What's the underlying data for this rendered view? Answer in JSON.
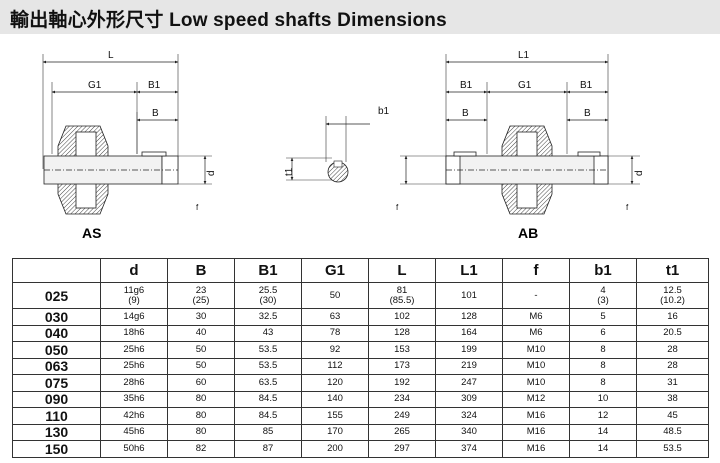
{
  "title": "輸出軸心外形尺寸  Low speed shafts Dimensions",
  "diagram": {
    "view_labels": [
      "AS",
      "AB"
    ],
    "as_dims": [
      "L",
      "G1",
      "B1",
      "B",
      "d",
      "f"
    ],
    "key_dims": [
      "b1",
      "t1"
    ],
    "ab_dims": [
      "L1",
      "B1",
      "G1",
      "B1",
      "B",
      "B",
      "d",
      "f"
    ]
  },
  "table": {
    "headers": [
      "",
      "d",
      "B",
      "B1",
      "G1",
      "L",
      "L1",
      "f",
      "b1",
      "t1"
    ],
    "rows": [
      {
        "model": "025",
        "cells": [
          [
            "11g6",
            "(9)"
          ],
          [
            "23",
            "(25)"
          ],
          [
            "25.5",
            "(30)"
          ],
          [
            "50"
          ],
          [
            "81",
            "(85.5)"
          ],
          [
            "101"
          ],
          [
            "-"
          ],
          [
            "4",
            "(3)"
          ],
          [
            "12.5",
            "(10.2)"
          ]
        ]
      },
      {
        "model": "030",
        "cells": [
          [
            "14g6"
          ],
          [
            "30"
          ],
          [
            "32.5"
          ],
          [
            "63"
          ],
          [
            "102"
          ],
          [
            "128"
          ],
          [
            "M6"
          ],
          [
            "5"
          ],
          [
            "16"
          ]
        ]
      },
      {
        "model": "040",
        "cells": [
          [
            "18h6"
          ],
          [
            "40"
          ],
          [
            "43"
          ],
          [
            "78"
          ],
          [
            "128"
          ],
          [
            "164"
          ],
          [
            "M6"
          ],
          [
            "6"
          ],
          [
            "20.5"
          ]
        ]
      },
      {
        "model": "050",
        "cells": [
          [
            "25h6"
          ],
          [
            "50"
          ],
          [
            "53.5"
          ],
          [
            "92"
          ],
          [
            "153"
          ],
          [
            "199"
          ],
          [
            "M10"
          ],
          [
            "8"
          ],
          [
            "28"
          ]
        ]
      },
      {
        "model": "063",
        "cells": [
          [
            "25h6"
          ],
          [
            "50"
          ],
          [
            "53.5"
          ],
          [
            "112"
          ],
          [
            "173"
          ],
          [
            "219"
          ],
          [
            "M10"
          ],
          [
            "8"
          ],
          [
            "28"
          ]
        ]
      },
      {
        "model": "075",
        "cells": [
          [
            "28h6"
          ],
          [
            "60"
          ],
          [
            "63.5"
          ],
          [
            "120"
          ],
          [
            "192"
          ],
          [
            "247"
          ],
          [
            "M10"
          ],
          [
            "8"
          ],
          [
            "31"
          ]
        ]
      },
      {
        "model": "090",
        "cells": [
          [
            "35h6"
          ],
          [
            "80"
          ],
          [
            "84.5"
          ],
          [
            "140"
          ],
          [
            "234"
          ],
          [
            "309"
          ],
          [
            "M12"
          ],
          [
            "10"
          ],
          [
            "38"
          ]
        ]
      },
      {
        "model": "110",
        "cells": [
          [
            "42h6"
          ],
          [
            "80"
          ],
          [
            "84.5"
          ],
          [
            "155"
          ],
          [
            "249"
          ],
          [
            "324"
          ],
          [
            "M16"
          ],
          [
            "12"
          ],
          [
            "45"
          ]
        ]
      },
      {
        "model": "130",
        "cells": [
          [
            "45h6"
          ],
          [
            "80"
          ],
          [
            "85"
          ],
          [
            "170"
          ],
          [
            "265"
          ],
          [
            "340"
          ],
          [
            "M16"
          ],
          [
            "14"
          ],
          [
            "48.5"
          ]
        ]
      },
      {
        "model": "150",
        "cells": [
          [
            "50h6"
          ],
          [
            "82"
          ],
          [
            "87"
          ],
          [
            "200"
          ],
          [
            "297"
          ],
          [
            "374"
          ],
          [
            "M16"
          ],
          [
            "14"
          ],
          [
            "53.5"
          ]
        ]
      }
    ]
  }
}
